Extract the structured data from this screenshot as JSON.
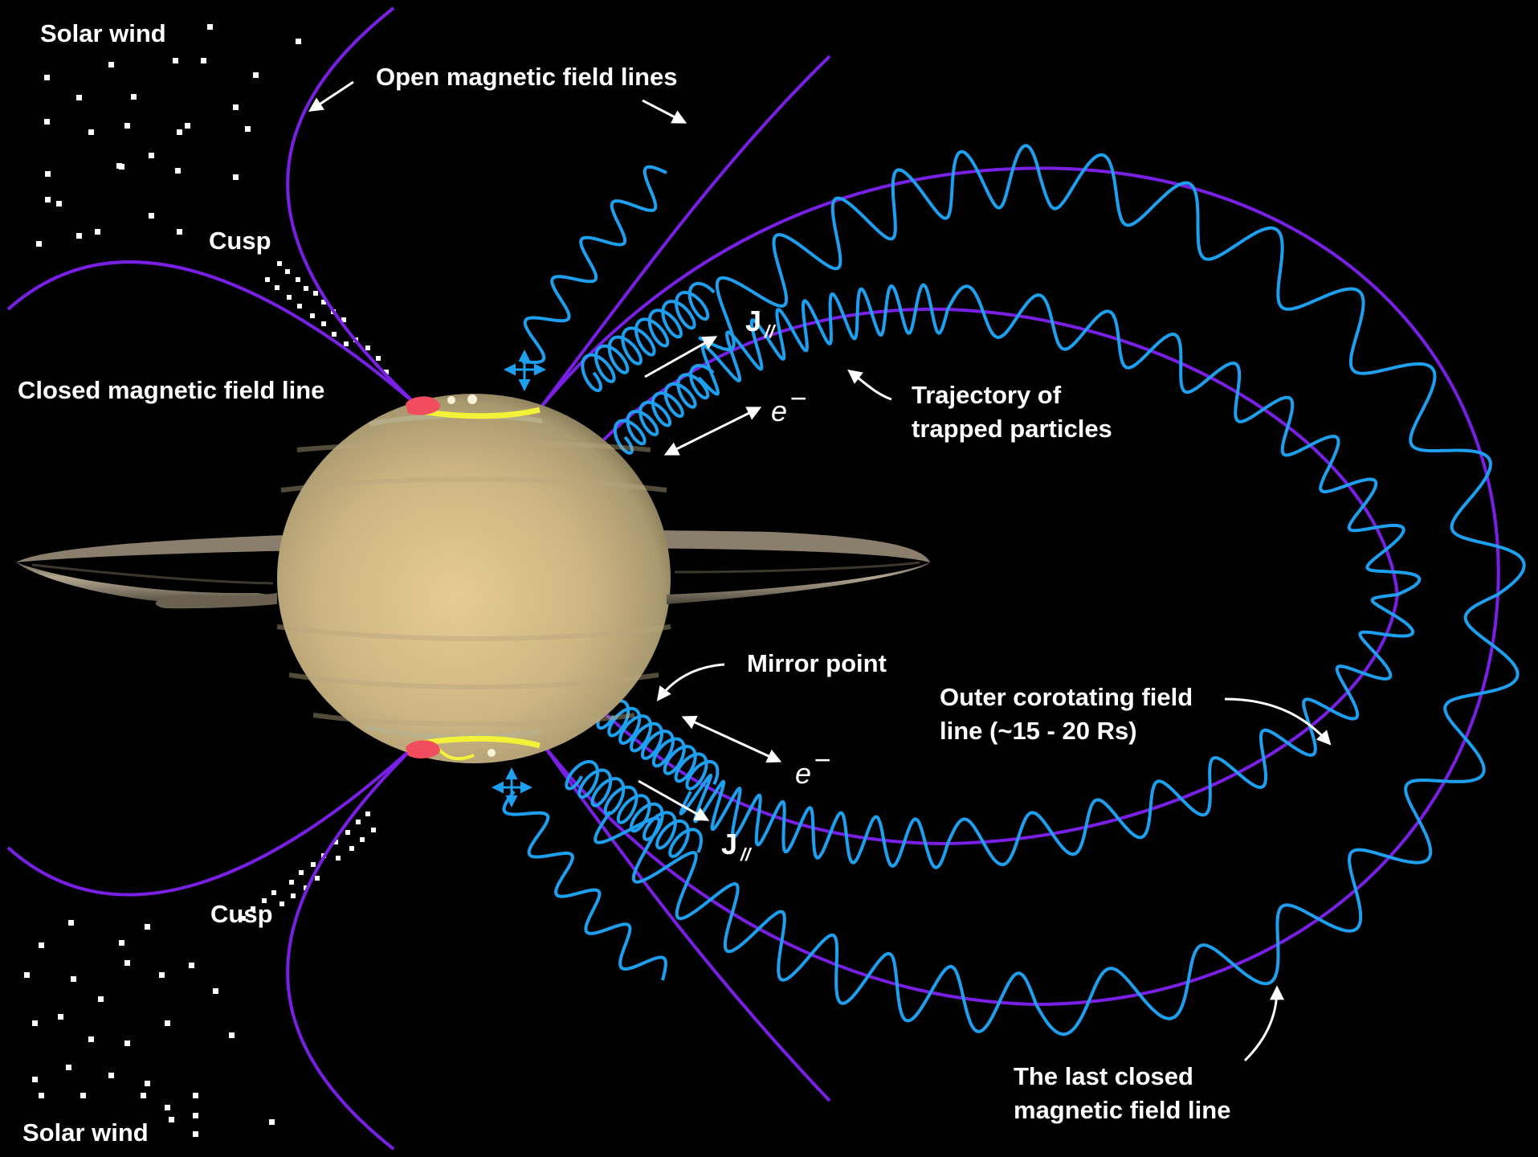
{
  "diagram": {
    "labels": {
      "solar_wind_top": "Solar wind",
      "solar_wind_bottom": "Solar wind",
      "open_field_lines": "Open magnetic field lines",
      "cusp_top": "Cusp",
      "cusp_bottom": "Cusp",
      "closed_field_line": "Closed magnetic field line",
      "j_parallel_top": "J",
      "j_parallel_top_sub": "//",
      "j_parallel_bottom": "J",
      "j_parallel_bottom_sub": "//",
      "electron_top": "e",
      "electron_top_sup": "−",
      "electron_bottom": "e",
      "electron_bottom_sup": "−",
      "trajectory_line1": "Trajectory of",
      "trajectory_line2": "trapped particles",
      "mirror_point": "Mirror point",
      "outer_line1": "Outer corotating field",
      "outer_line2": "line (~15 - 20 Rs)",
      "last_closed_line1": "The last closed",
      "last_closed_line2": "magnetic field line"
    },
    "colors": {
      "background": "#000000",
      "field_line": "#7a1fe6",
      "particle_trajectory": "#1ea0f0",
      "aurora_oval": "#f2f238",
      "cusp_spot": "#f24d5e",
      "planet": "#d8c08a",
      "rings": "#a89a80",
      "arrows": "#ffffff"
    },
    "icons": [
      "planet-saturn",
      "solar-wind-particles",
      "double-arrow",
      "curved-arrow"
    ]
  }
}
